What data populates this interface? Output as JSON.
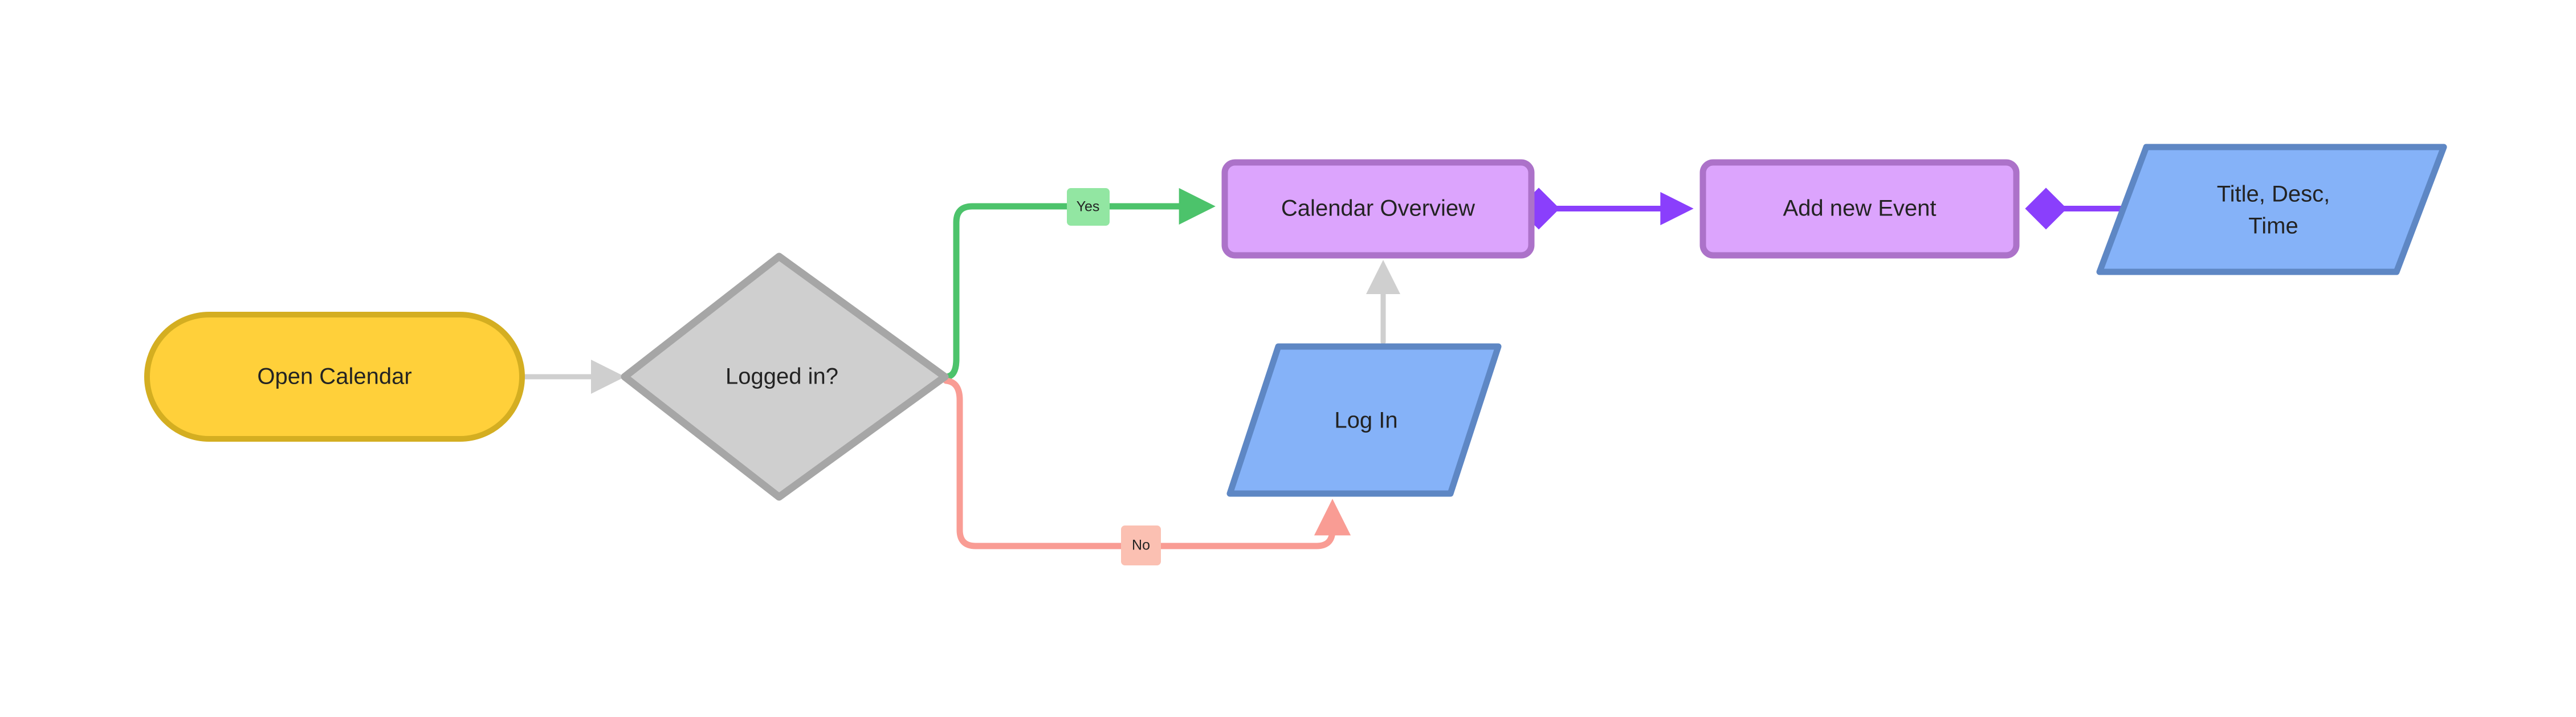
{
  "diagram": {
    "title": "Calendar Event Creation Flowchart",
    "background": "#ffffff",
    "nodes": [
      {
        "id": "open-calendar",
        "label": "Open Calendar",
        "shape": "stadium",
        "fill": "#FFD03A",
        "stroke": "#D4AE21",
        "text_color": "#232323"
      },
      {
        "id": "logged-in",
        "label": "Logged in?",
        "shape": "diamond",
        "fill": "#CFCFCF",
        "stroke": "#A6A6A6",
        "text_color": "#232323"
      },
      {
        "id": "calendar-overview",
        "label": "Calendar Overview",
        "shape": "rounded-rect",
        "fill": "#DCA4FD",
        "stroke": "#A濃"
      },
      {
        "id": "add-new-event",
        "label": "Add new Event",
        "shape": "rounded-rect",
        "fill": "#DCA4FD",
        "stroke": "#AC72C9",
        "text_color": "#232323"
      },
      {
        "id": "title-desc-time",
        "label_line1": "Title, Desc,",
        "label_line2": "Time",
        "shape": "parallelogram",
        "fill": "#85B2F8",
        "stroke": "#5E87C4",
        "text_color": "#232323"
      },
      {
        "id": "log-in",
        "label": "Log In",
        "shape": "parallelogram",
        "fill": "#85B2F8",
        "stroke": "#5E87C4",
        "text_color": "#232323"
      }
    ],
    "edges": [
      {
        "id": "open-to-decision",
        "from": "open-calendar",
        "to": "logged-in",
        "label": "",
        "color": "#CFCFCF",
        "marker_start": "none",
        "marker_end": "arrow"
      },
      {
        "id": "decision-yes",
        "from": "logged-in",
        "to": "calendar-overview",
        "label": "Yes",
        "color": "#4CC36B",
        "label_fill": "#92E6A2",
        "marker_start": "none",
        "marker_end": "arrow"
      },
      {
        "id": "decision-no",
        "from": "logged-in",
        "to": "log-in",
        "label": "No",
        "color": "#F99C94",
        "label_fill": "#FBC0B2",
        "marker_start": "none",
        "marker_end": "arrow"
      },
      {
        "id": "login-to-overview",
        "from": "log-in",
        "to": "calendar-overview",
        "label": "",
        "color": "#CFCFCF",
        "marker_start": "none",
        "marker_end": "arrow"
      },
      {
        "id": "overview-to-add-event",
        "from": "calendar-overview",
        "to": "add-new-event",
        "label": "",
        "color": "#8A3FFC",
        "marker_start": "diamond",
        "marker_end": "arrow"
      },
      {
        "id": "add-event-to-fields",
        "from": "add-new-event",
        "to": "title-desc-time",
        "label": "",
        "color": "#8A3FFC",
        "marker_start": "diamond",
        "marker_end": "arrow"
      }
    ]
  },
  "labels": {
    "open_calendar": "Open Calendar",
    "logged_in": "Logged in?",
    "calendar_overview": "Calendar Overview",
    "add_new_event": "Add new Event",
    "title_desc": "Title, Desc,",
    "time": "Time",
    "log_in": "Log In",
    "yes": "Yes",
    "no": "No"
  }
}
